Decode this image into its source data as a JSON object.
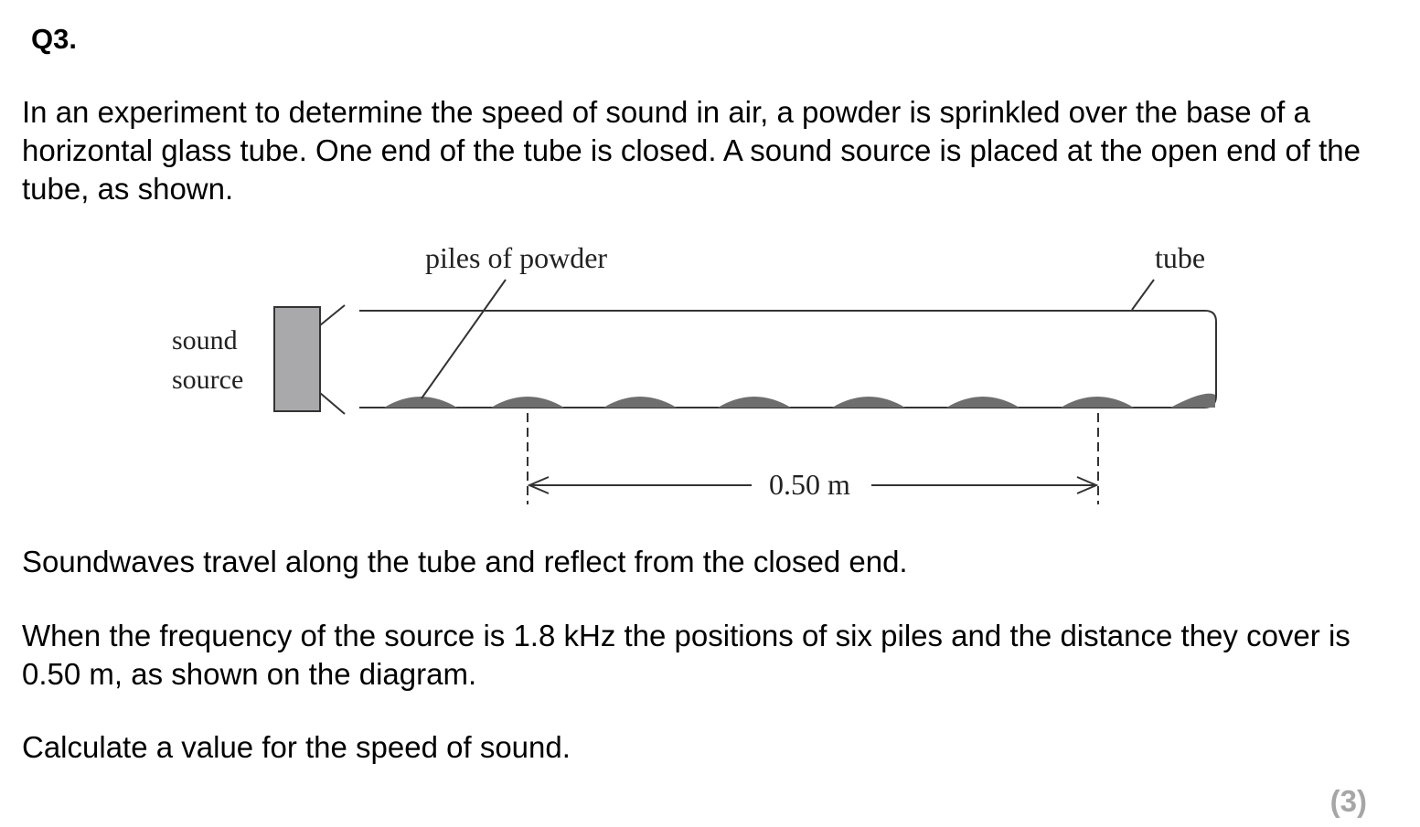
{
  "question": {
    "number": "Q3.",
    "intro": "In an experiment to determine the speed of sound in air, a powder is sprinkled over the base of a horizontal glass tube. One end of the tube is closed. A sound source is placed at the open end of the tube, as shown.",
    "reflection_text": "Soundwaves travel along the tube and reflect from the closed end.",
    "frequency_text": "When the frequency of the source is 1.8 kHz the positions of six piles and the distance they cover is 0.50 m, as shown on the diagram.",
    "task": "Calculate a value for the speed of sound.",
    "marks": "(3)"
  },
  "diagram": {
    "label_powder": "piles of powder",
    "label_tube": "tube",
    "label_sound": "sound",
    "label_source": "source",
    "label_distance": "0.50 m"
  }
}
